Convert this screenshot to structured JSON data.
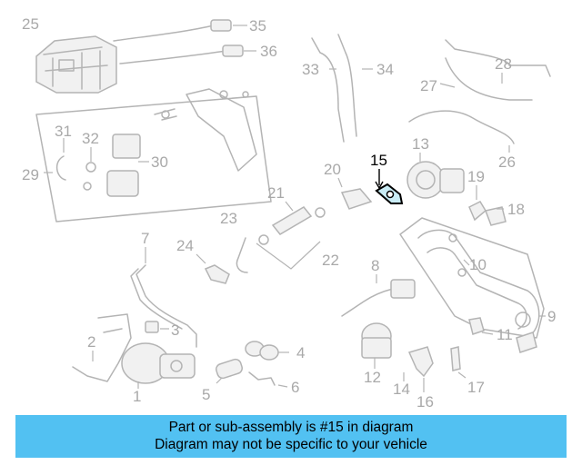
{
  "banner": {
    "line1": "Part or sub-assembly is #15 in diagram",
    "line2": "Diagram may not be specific to your vehicle"
  },
  "highlighted_part": "15",
  "callouts": {
    "c1": "1",
    "c2": "2",
    "c3": "3",
    "c4": "4",
    "c5": "5",
    "c6": "6",
    "c7": "7",
    "c8": "8",
    "c9": "9",
    "c10": "10",
    "c11": "11",
    "c12": "12",
    "c13": "13",
    "c14": "14",
    "c15": "15",
    "c16": "16",
    "c17": "17",
    "c18": "18",
    "c19": "19",
    "c20": "20",
    "c21": "21",
    "c22": "22",
    "c23": "23",
    "c24": "24",
    "c25": "25",
    "c26": "26",
    "c27": "27",
    "c28": "28",
    "c29": "29",
    "c30": "30",
    "c31": "31",
    "c32": "32",
    "c33": "33",
    "c34": "34",
    "c35": "35",
    "c36": "36"
  },
  "colors": {
    "banner": "#52c1f2",
    "callout_text": "#a9a9a9",
    "highlight": "#000000",
    "part_lines": "#b4b4b4"
  }
}
